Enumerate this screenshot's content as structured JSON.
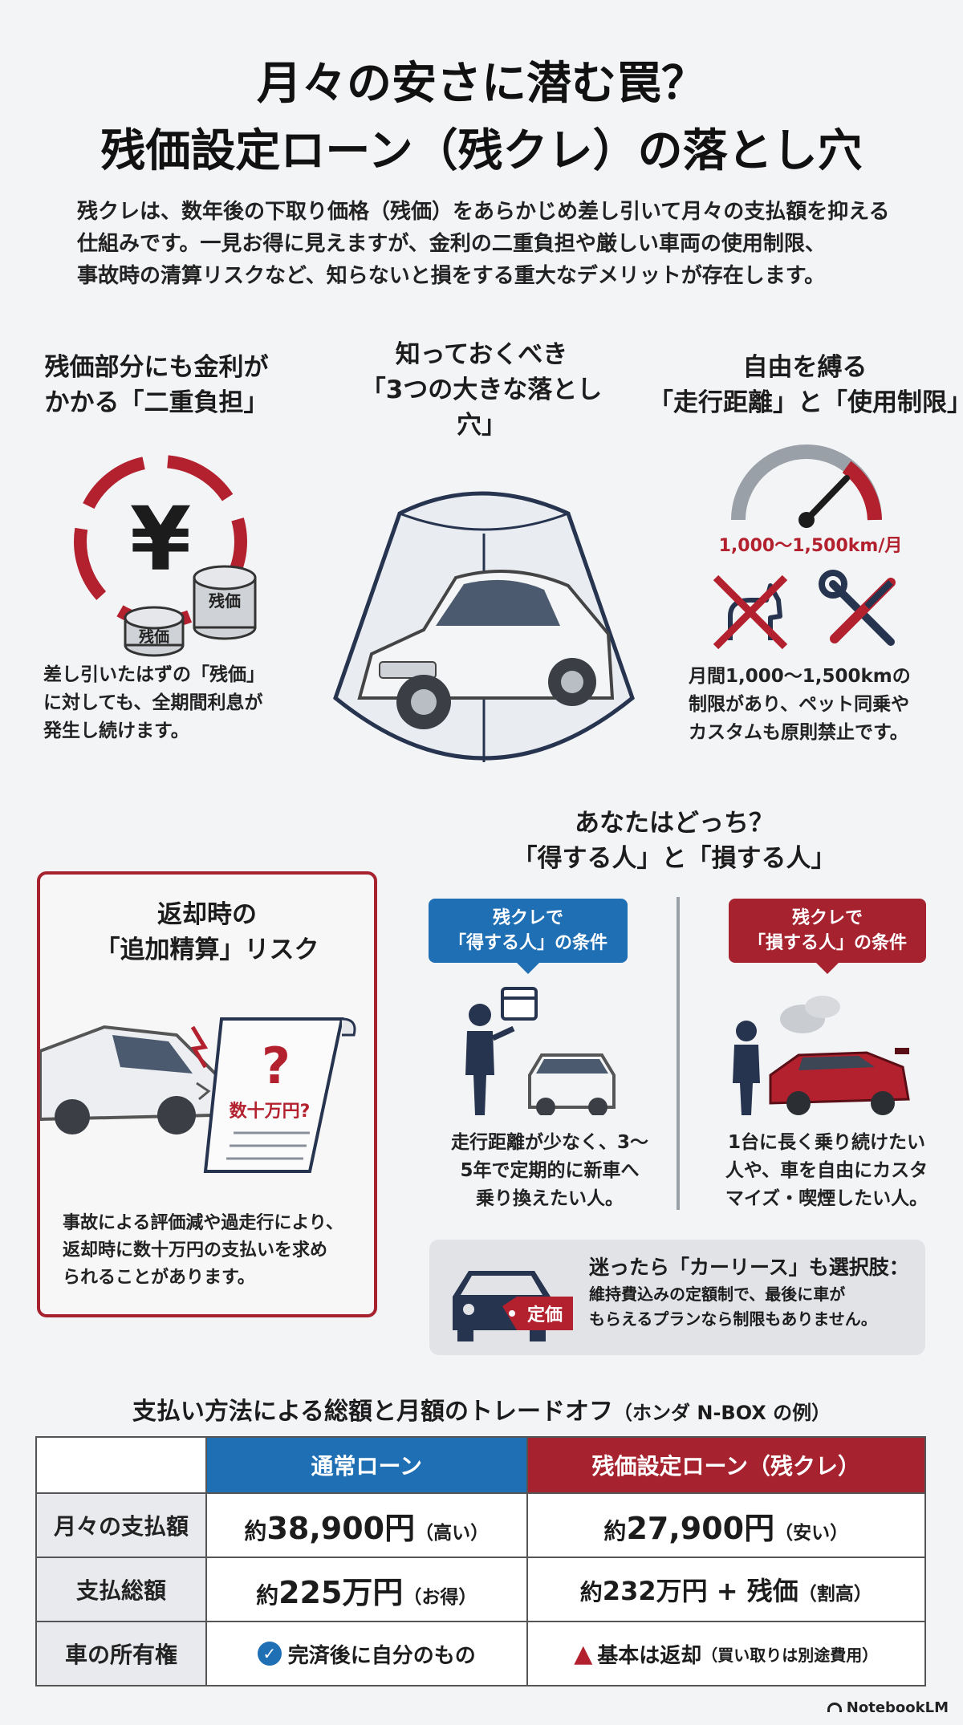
{
  "title": {
    "line1": "月々の安さに潜む罠？",
    "line2": "残価設定ローン（残クレ）の落とし穴"
  },
  "intro": {
    "line1": "残クレは、数年後の下取り価格（残価）をあらかじめ差し引いて月々の支払額を抑える",
    "line2": "仕組みです。一見お得に見えますが、金利の二重負担や厳しい車両の使用制限、",
    "line3": "事故時の清算リスクなど、知らないと損をする重大なデメリットが存在します。"
  },
  "left_section": {
    "heading1": "残価部分にも金利が",
    "heading2": "かかる「二重負担」",
    "yen_symbol": "¥",
    "coin_label_top": "残価",
    "coin_label_bottom": "残価",
    "body1": "差し引いたはずの「残価」",
    "body2": "に対しても、全期間利息が",
    "body3": "発生し続けます。"
  },
  "center_section": {
    "heading1": "知っておくべき",
    "heading2": "「3つの大きな落とし穴」"
  },
  "right_section": {
    "heading1": "自由を縛る",
    "heading2": "「走行距離」と「使用制限」",
    "gauge_label": "1,000〜1,500km/月",
    "body1": "月間1,000〜1,500kmの",
    "body2": "制限があり、ペット同乗や",
    "body3": "カスタムも原則禁止です。"
  },
  "return_section": {
    "heading1": "返却時の",
    "heading2": "「追加精算」リスク",
    "doc_question": "?",
    "doc_amount": "数十万円?",
    "body1": "事故による評価減や過走行により、",
    "body2": "返却時に数十万円の支払いを求め",
    "body3": "られることがあります。"
  },
  "who_section": {
    "heading1": "あなたはどっち？",
    "heading2": "「得する人」と「損する人」",
    "gain_tag1": "残クレで",
    "gain_tag2": "「得する人」の条件",
    "gain_body1": "走行距離が少なく、3〜",
    "gain_body2": "5年で定期的に新車へ",
    "gain_body3": "乗り換えたい人。",
    "loss_tag1": "残クレで",
    "loss_tag2": "「損する人」の条件",
    "loss_body1": "1台に長く乗り続けたい",
    "loss_body2": "人や、車を自由にカスタ",
    "loss_body3": "マイズ・喫煙したい人。"
  },
  "lease": {
    "price_tag": "定価",
    "heading": "迷ったら「カーリース」も選択肢：",
    "body1": "維持費込みの定額制で、最後に車が",
    "body2": "もらえるプランなら制限もありません。"
  },
  "table": {
    "title": "支払い方法による総額と月額のトレードオフ",
    "title_note": "（ホンダ N-BOX の例）",
    "col_normal": "通常ローン",
    "col_zancre": "残価設定ローン（残クレ）",
    "rows": [
      {
        "label": "月々の支払額",
        "n_pre": "約",
        "n_val": "38,900円",
        "n_note": "（高い）",
        "z_pre": "約",
        "z_val": "27,900円",
        "z_note": "（安い）"
      },
      {
        "label": "支払総額",
        "n_pre": "約",
        "n_val": "225万円",
        "n_note": "（お得）",
        "z_pre": "約",
        "z_val": "232万円 + 残価",
        "z_note": "（割高）"
      },
      {
        "label": "車の所有権",
        "n_val": "完済後に自分のもの",
        "z_val": "基本は返却",
        "z_note": "（買い取りは別途費用）"
      }
    ]
  },
  "footer": {
    "brand": "NotebookLM"
  },
  "colors": {
    "accent_red": "#a7222f",
    "accent_blue": "#1f6fb5",
    "background": "#f3f4f6"
  }
}
